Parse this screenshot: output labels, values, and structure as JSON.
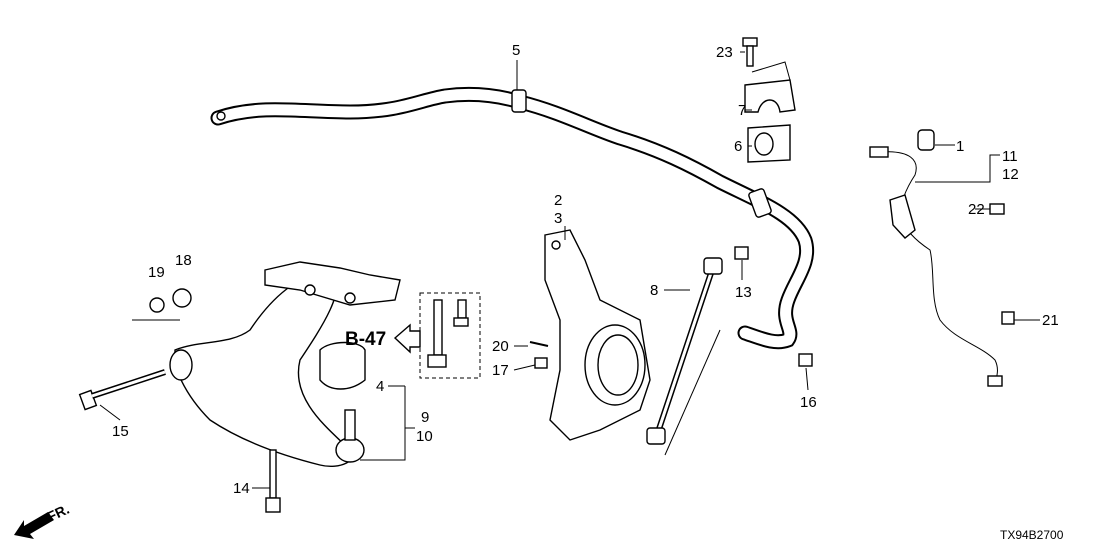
{
  "diagram_code": "TX94B2700",
  "front_indicator": "FR.",
  "reference": "B-47",
  "callouts": {
    "p1": "1",
    "p2": "2",
    "p3": "3",
    "p4": "4",
    "p5": "5",
    "p6": "6",
    "p7": "7",
    "p8": "8",
    "p9": "9",
    "p10": "10",
    "p11": "11",
    "p12": "12",
    "p13": "13",
    "p14": "14",
    "p15": "15",
    "p16": "16",
    "p17": "17",
    "p18": "18",
    "p19": "19",
    "p20": "20",
    "p21": "21",
    "p22": "22",
    "p23": "23"
  }
}
